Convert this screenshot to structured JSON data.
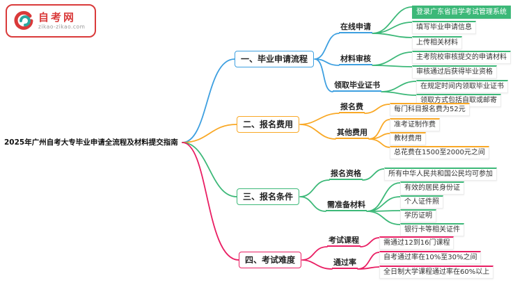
{
  "logo": {
    "title": "自考网",
    "url": "zikao-zikao.com"
  },
  "root": {
    "label": "2025年广州自考大专毕业申请全流程及材料提交指南"
  },
  "colors": {
    "branch1": "#3d9fe0",
    "branch2": "#f9a825",
    "branch3": "#3cb878",
    "branch4": "#e91e63",
    "branch1_leaf_accent": "#3cb878",
    "brand_red": "#d93a3a"
  },
  "branches": [
    {
      "label": "一、毕业申请流程",
      "children": [
        {
          "label": "在线申请",
          "leaves": [
            "登录广东省自学考试管理系统",
            "填写毕业申请信息",
            "上传相关材料"
          ]
        },
        {
          "label": "材料审核",
          "leaves": [
            "主考院校审核提交的申请材料",
            "审核通过后获得毕业资格"
          ]
        },
        {
          "label": "领取毕业证书",
          "leaves": [
            "在规定时间内领取毕业证书",
            "领取方式包括自取或邮寄"
          ]
        }
      ]
    },
    {
      "label": "二、报名费用",
      "children": [
        {
          "label": "报名费",
          "leaves": [
            "每门科目报名费为52元"
          ]
        },
        {
          "label": "其他费用",
          "leaves": [
            "准考证制作费",
            "教材费用",
            "总花费在1500至2000元之间"
          ]
        }
      ]
    },
    {
      "label": "三、报名条件",
      "children": [
        {
          "label": "报名资格",
          "leaves": [
            "所有中华人民共和国公民均可参加"
          ]
        },
        {
          "label": "需准备材料",
          "leaves": [
            "有效的居民身份证",
            "个人证件照",
            "学历证明",
            "银行卡等相关证件"
          ]
        }
      ]
    },
    {
      "label": "四、考试难度",
      "children": [
        {
          "label": "考试课程",
          "leaves": [
            "需通过12到16门课程"
          ]
        },
        {
          "label": "通过率",
          "leaves": [
            "自考通过率在10%至30%之间",
            "全日制大学课程通过率在60%以上"
          ]
        }
      ]
    }
  ]
}
